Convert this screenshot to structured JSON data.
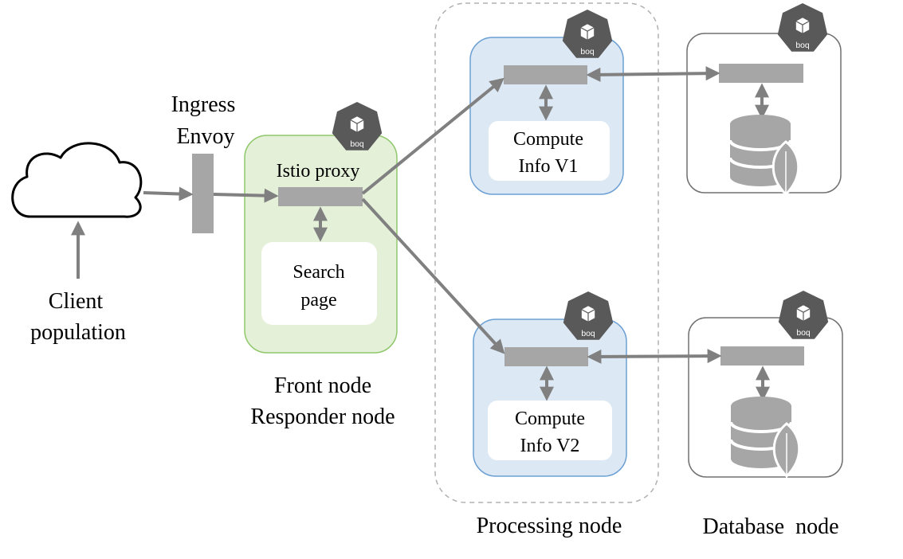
{
  "labels": {
    "ingress_line1": "Ingress",
    "ingress_line2": "Envoy",
    "client_line1": "Client",
    "client_line2": "population",
    "istio_proxy": "Istio proxy",
    "search_line1": "Search",
    "search_line2": "page",
    "front_line1": "Front node",
    "front_line2": "Responder node",
    "compute_v1_line1": "Compute",
    "compute_v1_line2": "Info V1",
    "compute_v2_line1": "Compute",
    "compute_v2_line2": "Info V2",
    "processing_node": "Processing node",
    "database_node": "Database  node"
  },
  "badge": {
    "text": "boq",
    "icon": "kubernetes-pod-heptagon-icon"
  },
  "icons": {
    "cloud": "cloud-icon",
    "database": "database-mongodb-leaf-icon"
  },
  "colors": {
    "front_fill": "#e4f0d8",
    "front_stroke": "#8fc76b",
    "compute_fill": "#dde8f5",
    "compute_stroke": "#6b9fd4",
    "proxy_bar": "#a6a6a6",
    "arrow": "#808080",
    "badge": "#595959",
    "node_outline": "#707070",
    "dashed_outline": "#b0b0b0"
  }
}
